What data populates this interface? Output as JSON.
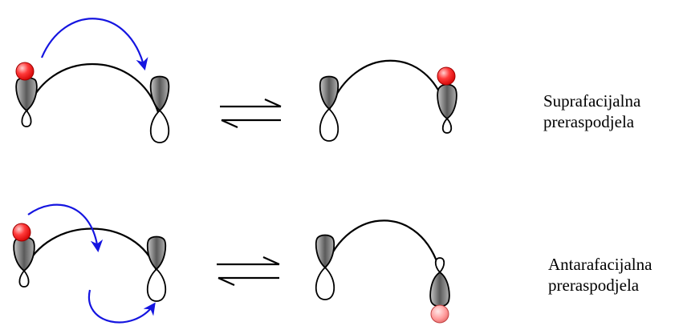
{
  "colors": {
    "stroke": "#000000",
    "arrow": "#1515e0",
    "atom": "#ff2020",
    "lobe_shade": "#7a7a7a"
  },
  "rows": [
    {
      "id": "suprafacial",
      "label_lines": [
        "Suprafacijalna",
        "preraspodjela"
      ]
    },
    {
      "id": "antarafacial",
      "label_lines": [
        "Antarafacijalna",
        "preraspodjela"
      ]
    }
  ],
  "icons": {
    "equilibrium": "equilibrium-arrows-icon",
    "migrating_atom": "migrating-atom-icon",
    "p_orbital": "p-orbital-icon",
    "curved_arrow": "curved-arrow-icon"
  }
}
